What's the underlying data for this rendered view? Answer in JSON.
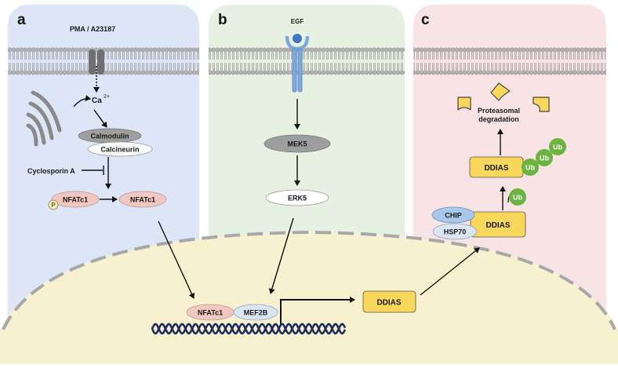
{
  "colors": {
    "panel_a": "#dde6f7",
    "panel_b": "#e7f1e1",
    "panel_c": "#f8e4e4",
    "nucleus": "#f8f1cf",
    "membrane": "#a9a9a9",
    "nfatc1": "#f2c7c1",
    "calmodulin": "#9e9e9e",
    "mek5": "#9e9e9e",
    "ddias": "#f9d75c",
    "ubiquitin": "#6db33f",
    "chip": "#a9c7ea",
    "mef2b": "#d9e6f2",
    "dna": "#1f2d5c",
    "egf_receptor": "#7fa8de"
  },
  "panels": {
    "a": {
      "letter": "a",
      "stimulus": "PMA / A23187",
      "calcium": "Ca",
      "calcium_sup": "2+",
      "calmodulin": "Calmodulin",
      "calcineurin": "Calcineurin",
      "inhibitor": "Cyclosporin A",
      "phospho": "P",
      "nfatc1_p": "NFATc1",
      "nfatc1": "NFATc1"
    },
    "b": {
      "letter": "b",
      "ligand": "EGF",
      "mek5": "MEK5",
      "erk5": "ERK5"
    },
    "c": {
      "letter": "c",
      "proteasomal_line1": "Proteasomal",
      "proteasomal_line2": "degradation",
      "ddias_top": "DDIAS",
      "ub1": "Ub",
      "ub2": "Ub",
      "ub3": "Ub",
      "ub4": "Ub",
      "chip": "CHIP",
      "hsp70": "HSP70",
      "ddias_mid": "DDIAS"
    },
    "nucleus": {
      "nfatc1": "NFATc1",
      "mef2b": "MEF2B",
      "ddias": "DDIAS"
    }
  },
  "icons": [
    "calcium-channel-icon",
    "endoplasmic-reticulum-icon",
    "egf-receptor-icon",
    "proteasome-fragment-icon",
    "dna-helix-icon"
  ]
}
